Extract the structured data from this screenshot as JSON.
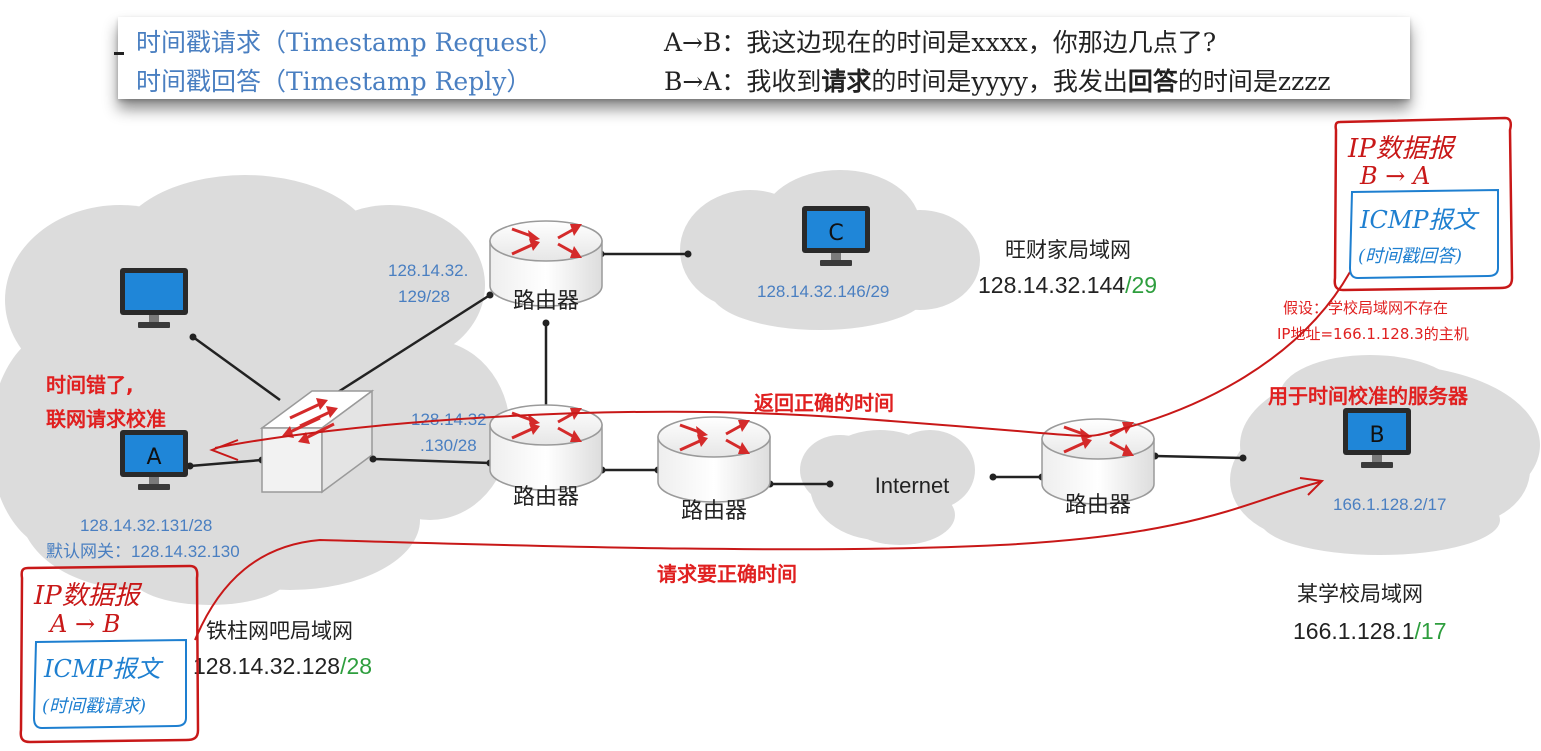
{
  "legend": {
    "request_label": "时间戳请求（Timestamp Request）",
    "reply_label": "时间戳回答（Timestamp Reply）",
    "request_desc": "A→B：我这边现在的时间是xxxx，你那边几点了?",
    "reply_desc_parts": [
      "B→A：我收到",
      "请求",
      "的时间是yyyy，我发出",
      "回答",
      "的时间是zzzz"
    ]
  },
  "networks": {
    "tiezhu": {
      "name": "铁柱网吧局域网",
      "addr": "128.14.32.128",
      "prefix": "/28"
    },
    "wangcai": {
      "name": "旺财家局域网",
      "addr": "128.14.32.144",
      "prefix": "/29"
    },
    "school": {
      "name": "某学校局域网",
      "addr": "166.1.128.1",
      "prefix": "/17"
    },
    "internet": "Internet"
  },
  "hosts": {
    "A": {
      "label": "A",
      "ip": "128.14.32.131/28",
      "gateway": "默认网关：128.14.32.130"
    },
    "B": {
      "label": "B",
      "ip": "166.1.128.2/17"
    },
    "C": {
      "label": "C",
      "ip": "128.14.32.146/29"
    }
  },
  "routers": {
    "label": "路由器",
    "top_iface_line1": "128.14.32.",
    "top_iface_line2": "129/28",
    "mid_iface_line1": "128.14.32",
    "mid_iface_line2": ".130/28"
  },
  "annotations": {
    "time_wrong_1": "时间错了,",
    "time_wrong_2": "联网请求校准",
    "return_time": "返回正确的时间",
    "request_time": "请求要正确时间",
    "time_server": "用于时间校准的服务器",
    "assume_1": "假设：学校局域网不存在",
    "assume_2": "IP地址=166.1.128.3的主机"
  },
  "handwritten": {
    "reply_box": {
      "line1": "IP数据报",
      "line2": "B → A",
      "inner1": "ICMP报文",
      "inner2": "(时间戳回答)"
    },
    "request_box": {
      "line1": "IP数据报",
      "line2": "A → B",
      "inner1": "ICMP报文",
      "inner2": "(时间戳请求)"
    }
  },
  "colors": {
    "blue": "#4a7fc1",
    "red": "#e02020",
    "green": "#2e9e3e",
    "cloud": "#dcdcdc",
    "monitor": "#1f86d8",
    "router_arrow": "#d42a2a",
    "ink_red": "#c81818",
    "ink_blue": "#1e7fd0"
  }
}
